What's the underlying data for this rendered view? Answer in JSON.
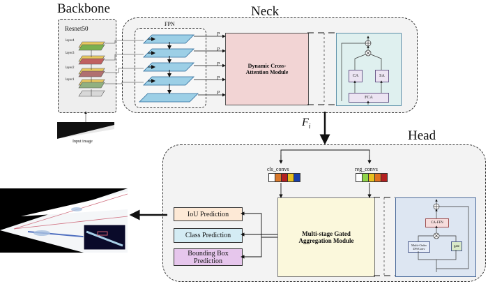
{
  "sections": {
    "backbone": "Backbone",
    "neck": "Neck",
    "head": "Head"
  },
  "backbone": {
    "model": "Resnet50",
    "layers": [
      "layer4",
      "layer3",
      "layer2",
      "layer1"
    ],
    "input_label": "Input image"
  },
  "neck": {
    "fpn_label": "FPN",
    "p_labels": [
      "P",
      "P",
      "P",
      "P",
      "P"
    ],
    "module_label": "Dynamic Cross-Attention Module",
    "ca_label": "CA",
    "sa_label": "SA",
    "fca_label": "FCA"
  },
  "feature_label": "F",
  "feature_sub": "i",
  "head": {
    "cls_label": "cls_convs",
    "reg_label": "reg_convs",
    "module_label": "Multi-stage Gated Aggregation Module",
    "caffn_label": "CA-FFN",
    "multiorder_label": "Multi-Order DWConv",
    "gate_label": "gate",
    "predictions": [
      "IoU Prediction",
      "Class Prediction",
      "Bounding Box Prediction"
    ]
  },
  "colors": {
    "cls_strip": [
      "#ffffff",
      "#d9782a",
      "#b32020",
      "#e8c020",
      "#1a3fa8"
    ],
    "reg_strip": [
      "#ffffff",
      "#8fd44a",
      "#e8c020",
      "#e07020",
      "#b32020"
    ],
    "iou_fill": "#fde9d6",
    "class_fill": "#d4ecf4",
    "bbox_fill": "#e6c6ec",
    "neck_module_fill": "#f2d4d4",
    "head_module_fill": "#fbf8dc"
  }
}
